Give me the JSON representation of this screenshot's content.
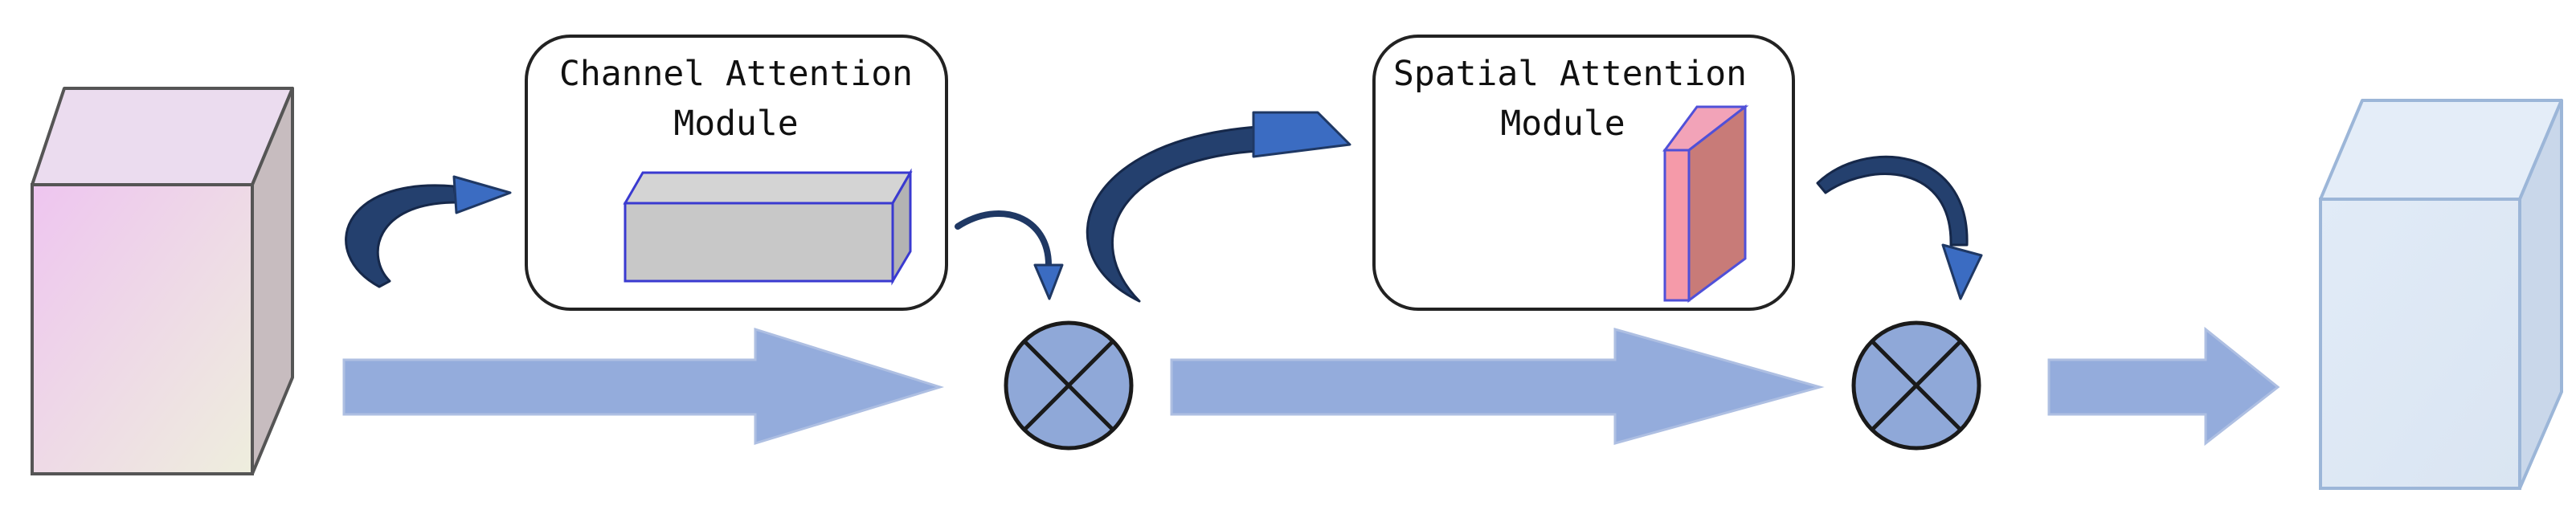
{
  "modules": {
    "channel": {
      "label_line1": "Channel Attention",
      "label_line2": "Module"
    },
    "spatial": {
      "label_line1": "Spatial Attention",
      "label_line2": "Module"
    }
  },
  "operators": {
    "multiply_1": "multiply-operator",
    "multiply_2": "multiply-operator"
  },
  "colors": {
    "flow_arrow": "#94acdc",
    "curved_arrow": "#1f3864",
    "curved_arrow_head": "#2f5eab",
    "operator_fill": "#8fa8d8",
    "input_block_front": "#efc3ee",
    "output_block_front": "#dce8f5",
    "channel_feature": "#c8c8c8",
    "spatial_feature": "#c87b78"
  }
}
